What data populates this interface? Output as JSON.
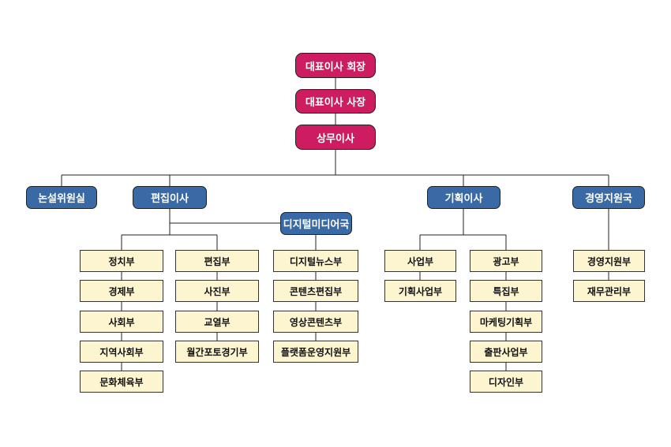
{
  "exec": {
    "chairman": "대표이사 회장",
    "president": "대표이사 사장",
    "managing_director": "상무이사"
  },
  "divisions": {
    "editorial_board": "논설위원실",
    "editorial_director": "편집이사",
    "planning_director": "기획이사",
    "management_support": "경영지원국",
    "digital_media": "디지털미디어국"
  },
  "departments": {
    "politics": "정치부",
    "economy": "경제부",
    "society": "사회부",
    "regional": "지역사회부",
    "culture_sports": "문화체육부",
    "editing": "편집부",
    "photo": "사진부",
    "proofreading": "교열부",
    "monthly_photo": "월간포토경기부",
    "digital_news": "디지털뉴스부",
    "content_editing": "콘텐츠편집부",
    "video_content": "영상콘텐츠부",
    "platform_ops": "플랫폼운영지원부",
    "business": "사업부",
    "planning_business": "기획사업부",
    "advertising": "광고부",
    "special_edition": "특집부",
    "marketing": "마케팅기획부",
    "publishing": "출판사업부",
    "design": "디자인부",
    "management_dept": "경영지원부",
    "finance": "재무관리부"
  },
  "colors": {
    "exec": "#cd1c5f",
    "division": "#3a6aa5",
    "department": "#fdf5d0",
    "line": "#222222"
  }
}
